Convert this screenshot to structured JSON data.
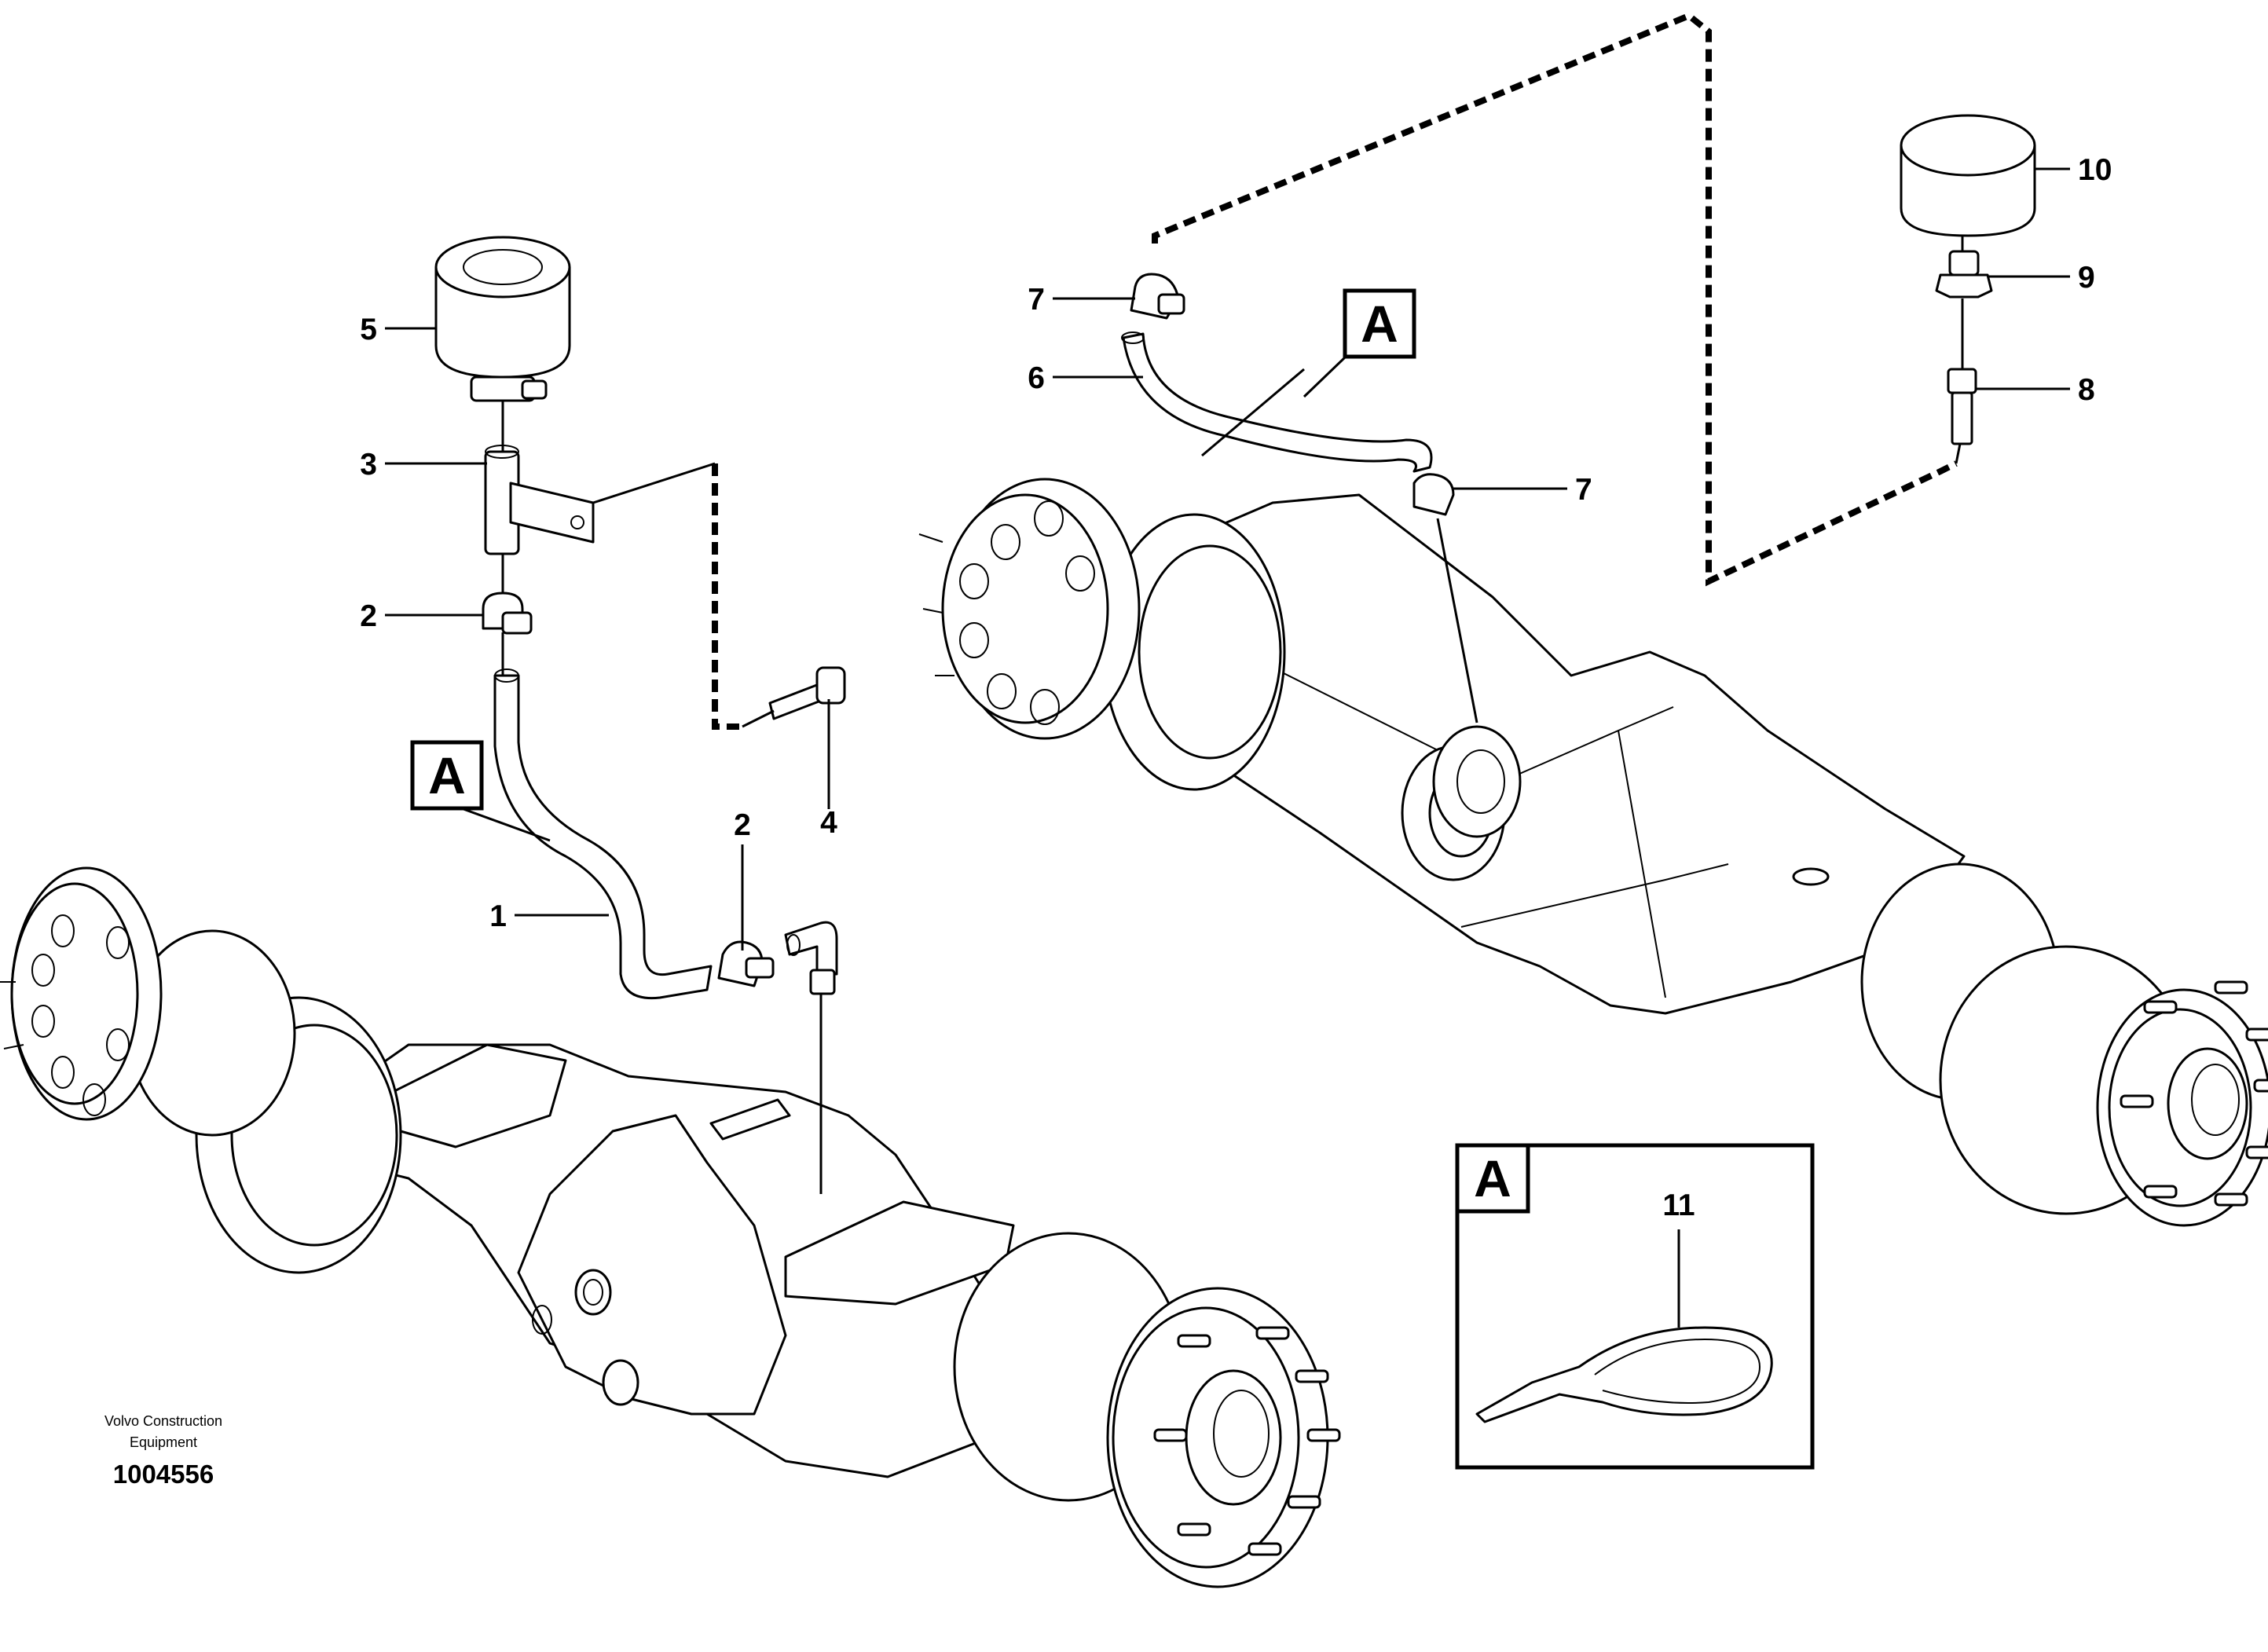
{
  "drawing": {
    "brand_line1": "Volvo Construction",
    "brand_line2": "Equipment",
    "document_number": "1004556"
  },
  "detail_tag": "A",
  "callouts": {
    "c1": "1",
    "c2a": "2",
    "c2b": "2",
    "c3": "3",
    "c4": "4",
    "c5": "5",
    "c6": "6",
    "c7a": "7",
    "c7b": "7",
    "c8": "8",
    "c9": "9",
    "c10": "10",
    "c11": "11"
  }
}
